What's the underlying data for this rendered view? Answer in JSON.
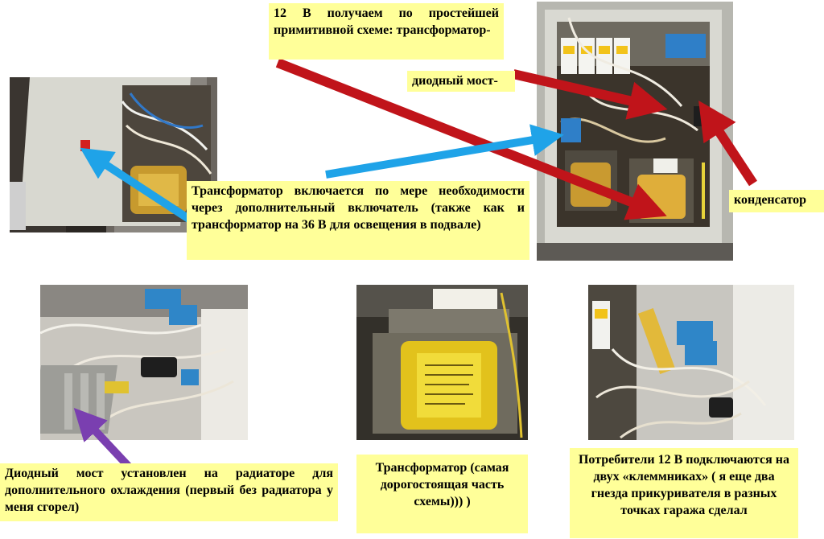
{
  "annotations": {
    "top_caption": "12 В получаем по простейшей примитивной схеме: трансформатор-",
    "diode_bridge": "диодный мост-",
    "capacitor": "конденсатор",
    "transformer_switch": "Трансформатор включается по мере необходимости через дополнительный включатель (также как и трансформатор на 36 В для освещения в подвале)",
    "radiator": "Диодный мост установлен на радиаторе для дополнительного охлаждения (первый без радиатора у меня сгорел)",
    "transformer_cost": "Трансформатор (самая дорогостоящая часть схемы))) )",
    "consumers": "Потребители 12 В подключаются на двух «клеммниках» ( я еще два гнезда прикуривателя в разных точках гаража сделал"
  },
  "photos": [
    {
      "name": "photo-cabinet-switch"
    },
    {
      "name": "photo-panel-overview"
    },
    {
      "name": "photo-diode-bridge-radiator"
    },
    {
      "name": "photo-transformer-closeup"
    },
    {
      "name": "photo-terminal-blocks"
    }
  ],
  "colors": {
    "note_background": "#ffff99",
    "arrow_red": "#c0141a",
    "arrow_blue": "#1fa3e8",
    "arrow_purple": "#7a3fb0"
  }
}
